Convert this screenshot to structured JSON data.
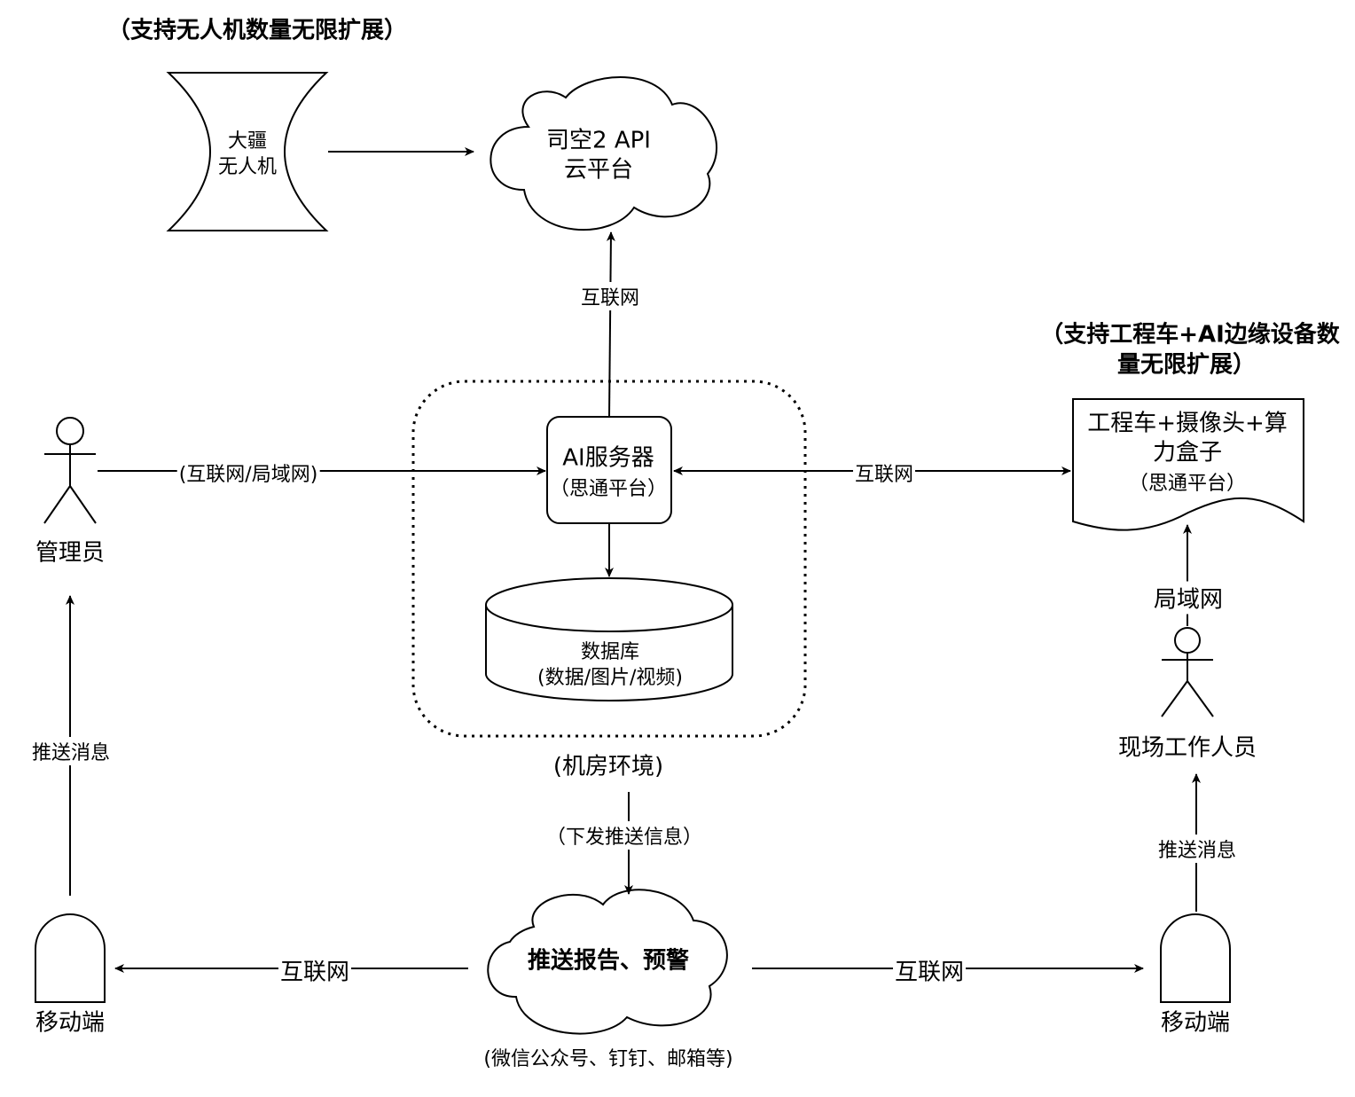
{
  "notes": {
    "drone_scale": "（支持无人机数量无限扩展）",
    "edge_scale_line1": "（支持工程车+AI边缘设备数",
    "edge_scale_line2": "量无限扩展）"
  },
  "nodes": {
    "drone": {
      "line1": "大疆",
      "line2": "无人机"
    },
    "cloud_api": {
      "line1": "司空2 API",
      "line2": "云平台"
    },
    "admin": {
      "label": "管理员"
    },
    "ai_server": {
      "title": "AI服务器",
      "subtitle": "（思通平台）"
    },
    "database": {
      "line1": "数据库",
      "line2": "(数据/图片/视频)"
    },
    "datacenter": {
      "label": "(机房环境)"
    },
    "edge_device": {
      "line1": "工程车+摄像头+算",
      "line2": "力盒子",
      "line3": "（思通平台）"
    },
    "field_staff": {
      "label": "现场工作人员"
    },
    "push_cloud": {
      "label": "推送报告、预警",
      "caption": "(微信公众号、钉钉、邮箱等)"
    },
    "mobile_left": {
      "label": "移动端"
    },
    "mobile_right": {
      "label": "移动端"
    }
  },
  "edges": {
    "server_to_cloud": "互联网",
    "admin_to_server": "(互联网/局域网)",
    "edge_to_server": "互联网",
    "staff_to_edge": "局域网",
    "mobile_to_admin": "推送消息",
    "mobile_to_staff": "推送消息",
    "server_to_push": "（下发推送信息）",
    "push_to_mobile_left": "互联网",
    "push_to_mobile_right": "互联网"
  }
}
